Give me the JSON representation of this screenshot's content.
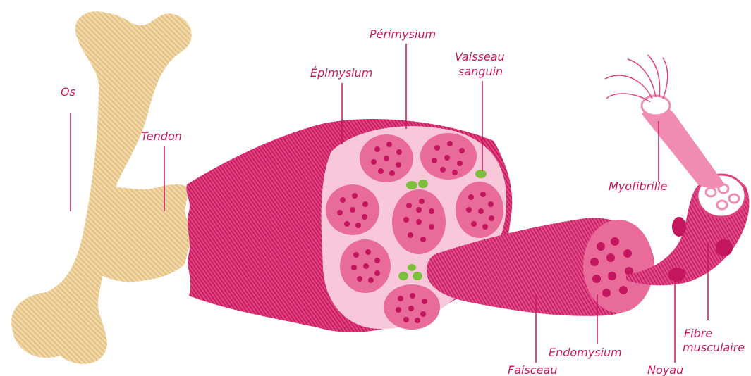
{
  "labels": {
    "os": "Os",
    "tendon": "Tendon",
    "epimysium": "Épimysium",
    "perimysium": "Périmysium",
    "vaisseau_line1": "Vaisseau",
    "vaisseau_line2": "sanguin",
    "myofibrille": "Myofibrille",
    "fibre_line1": "Fibre",
    "fibre_line2": "musculaire",
    "endomysium": "Endomysium",
    "faisceau": "Faisceau",
    "noyau": "Noyau"
  },
  "colors": {
    "label_text": "#c8175d",
    "bone": "#f1d8a8",
    "bone_stripe": "#e3bf82",
    "muscle": "#e0427e",
    "muscle_dark": "#c4165e",
    "perimysium_fill": "#f8c8da",
    "fascicle_fill": "#e86b9a",
    "fiber_dot": "#c4165e",
    "blood_vessel": "#7cbf3c",
    "myofibril": "#f08cb2"
  }
}
